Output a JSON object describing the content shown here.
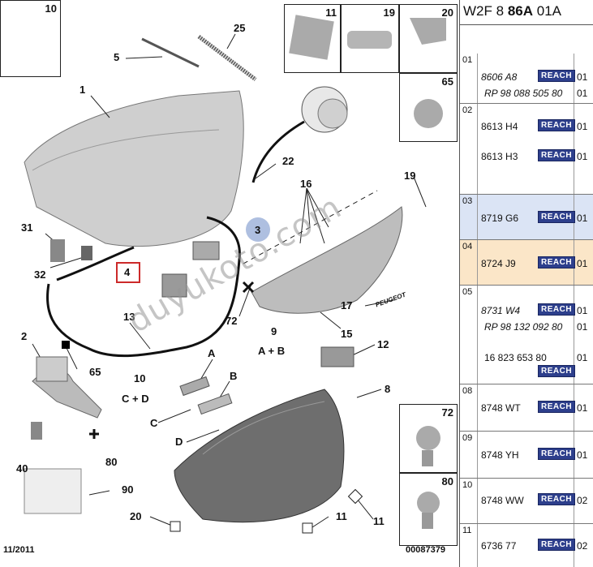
{
  "header": {
    "model": "W2F",
    "num": "8",
    "code": "86A",
    "variant": "01A"
  },
  "diagram": {
    "callouts": [
      "1",
      "2",
      "3",
      "4",
      "5",
      "8",
      "9",
      "10",
      "11",
      "11",
      "12",
      "13",
      "15",
      "16",
      "17",
      "19",
      "20",
      "22",
      "25",
      "31",
      "32",
      "40",
      "65",
      "72",
      "80",
      "90",
      "A",
      "B",
      "C",
      "D"
    ],
    "formula_9": "A + B",
    "formula_10": "C + D",
    "corner_boxes": [
      "10",
      "11",
      "19",
      "20",
      "65",
      "72",
      "80"
    ],
    "date": "11/2011",
    "doc_number": "00087379",
    "watermark": "duyukoto.com",
    "brand_text": "PEUGEOT"
  },
  "colors": {
    "highlight_blue": "#dbe4f5",
    "highlight_orange": "#fbe6c8",
    "reach_badge": "#2d3f8c",
    "callout_red": "#cc2a2a",
    "callout_blue": "#aebfe0"
  },
  "rows": [
    {
      "index": "01",
      "items": [
        {
          "ref": "8606 A8",
          "italic": true,
          "reach": "REACH",
          "qty": "01"
        },
        {
          "ref": "RP 98 088 505 80",
          "italic": true,
          "qty": "01"
        }
      ]
    },
    {
      "index": "02",
      "items": [
        {
          "ref": "8613 H4",
          "reach": "REACH",
          "qty": "01"
        },
        {
          "ref": "8613 H3",
          "reach": "REACH",
          "qty": "01"
        }
      ]
    },
    {
      "index": "03",
      "items": [
        {
          "ref": "8719 G6",
          "reach": "REACH",
          "qty": "01"
        }
      ]
    },
    {
      "index": "04",
      "items": [
        {
          "ref": "8724 J9",
          "reach": "REACH",
          "qty": "01"
        }
      ]
    },
    {
      "index": "05",
      "items": [
        {
          "ref": "8731 W4",
          "italic": true,
          "reach": "REACH",
          "qty": "01"
        },
        {
          "ref": "RP 98 132 092 80",
          "italic": true,
          "qty": "01"
        },
        {
          "ref": "16 823 653 80",
          "reach": "REACH",
          "qty": "01"
        }
      ]
    },
    {
      "index": "08",
      "items": [
        {
          "ref": "8748 WT",
          "reach": "REACH",
          "qty": "01"
        }
      ]
    },
    {
      "index": "09",
      "items": [
        {
          "ref": "8748 YH",
          "reach": "REACH",
          "qty": "01"
        }
      ]
    },
    {
      "index": "10",
      "items": [
        {
          "ref": "8748 WW",
          "reach": "REACH",
          "qty": "02"
        }
      ]
    },
    {
      "index": "11",
      "items": [
        {
          "ref": "6736 77",
          "reach": "REACH",
          "qty": "02"
        }
      ]
    }
  ]
}
